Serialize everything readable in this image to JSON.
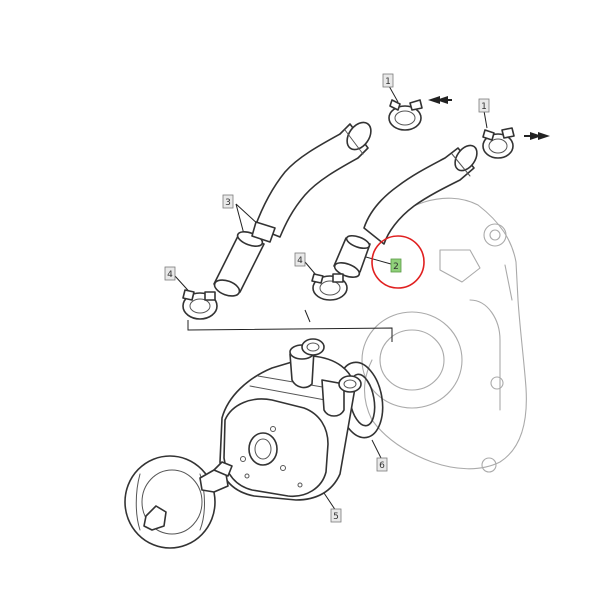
{
  "diagram": {
    "callouts": [
      {
        "id": "callout-1-left",
        "label": "1"
      },
      {
        "id": "callout-1-right",
        "label": "1"
      },
      {
        "id": "callout-2",
        "label": "2"
      },
      {
        "id": "callout-3",
        "label": "3"
      },
      {
        "id": "callout-4-left",
        "label": "4"
      },
      {
        "id": "callout-4-right",
        "label": "4"
      },
      {
        "id": "callout-5",
        "label": "5"
      },
      {
        "id": "callout-6",
        "label": "6"
      }
    ],
    "highlight": {
      "label": "2",
      "color": "#e02020",
      "tag_color": "#8fd07a"
    },
    "colors": {
      "line": "#333333",
      "ghost": "#aaaaaa"
    }
  }
}
